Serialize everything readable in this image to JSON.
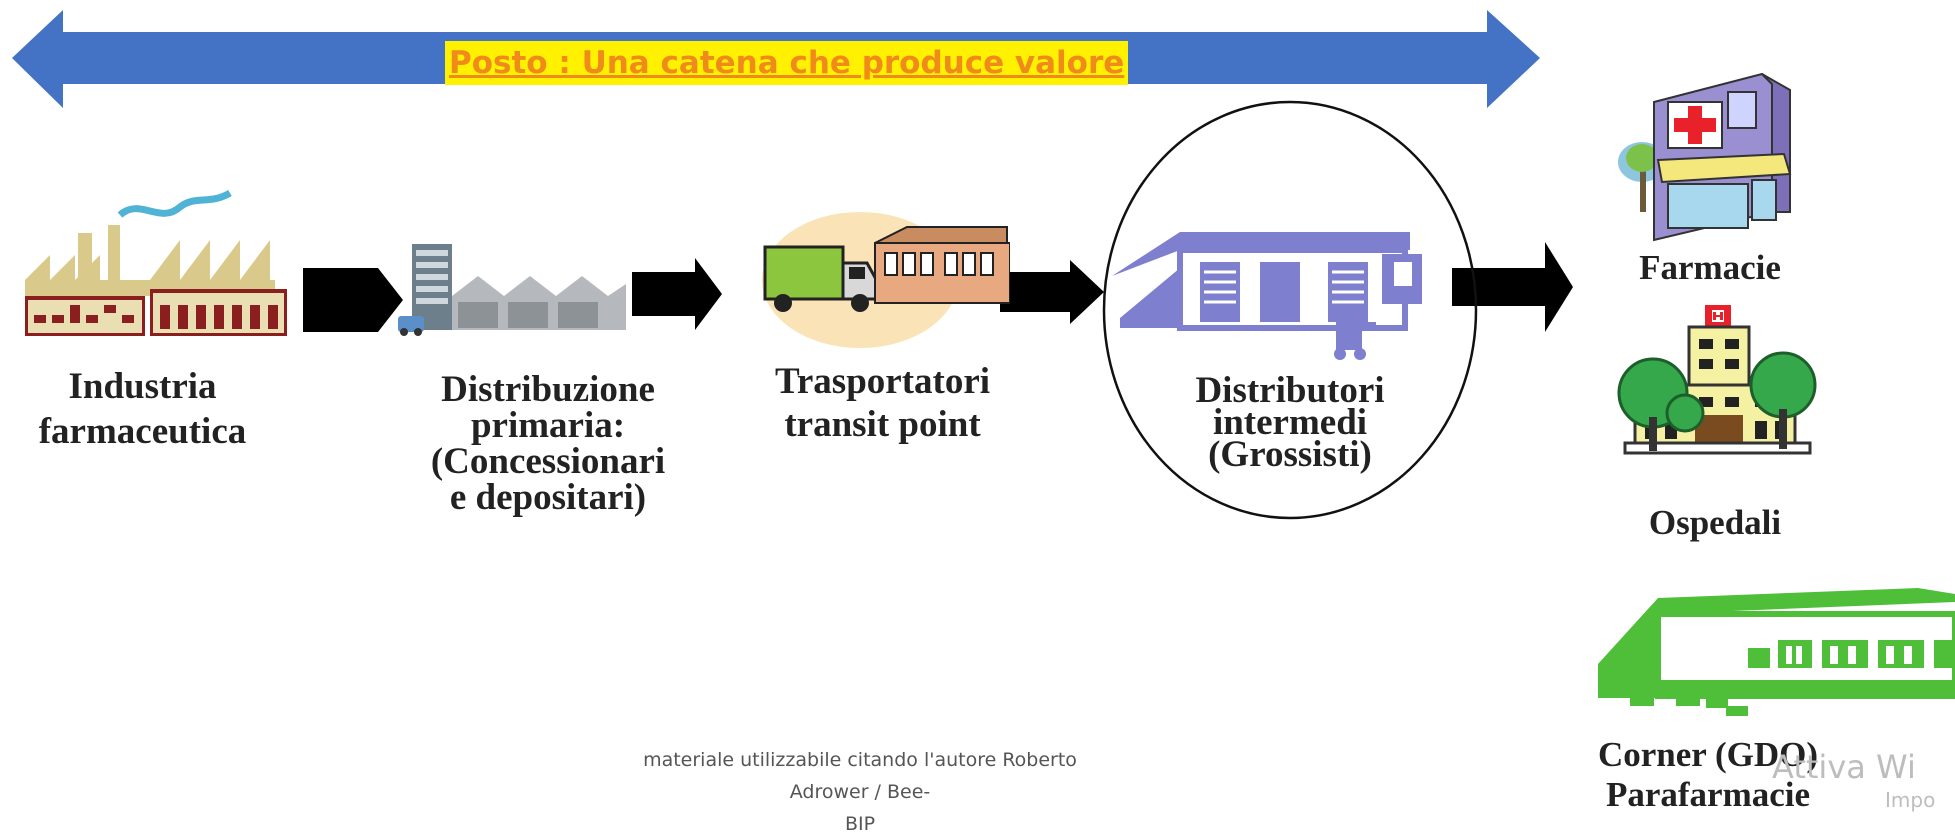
{
  "banner": {
    "title": "Posto : Una catena che produce valore",
    "color": "#4472c4",
    "title_bg": "#fff100",
    "title_color": "#f08a1a"
  },
  "stages": [
    {
      "line1": "Industria",
      "line2": "farmaceutica",
      "icon": "factory-icon"
    },
    {
      "line1": "Distribuzione",
      "line2": "primaria:",
      "line3": "(Concessionari",
      "line4": "e depositari)",
      "icon": "warehouse-icon"
    },
    {
      "line1": "Trasportatori",
      "line2": "transit point",
      "icon": "delivery-truck-icon"
    },
    {
      "line1": "Distributori",
      "line2": "intermedi",
      "line3": "(Grossisti)",
      "icon": "distribution-center-icon"
    }
  ],
  "destinations": [
    {
      "label": "Farmacie",
      "icon": "pharmacy-icon"
    },
    {
      "label": "Ospedali",
      "icon": "hospital-icon"
    },
    {
      "line1": "Corner (GDO)",
      "line2": "Parafarmacie",
      "icon": "supermarket-icon"
    }
  ],
  "footer": {
    "line1": "materiale utilizzabile citando l'autore Roberto Adrower / Bee-",
    "line2": "BIP"
  },
  "watermark": {
    "line1": "Attiva Wi",
    "line2": "Impo"
  }
}
